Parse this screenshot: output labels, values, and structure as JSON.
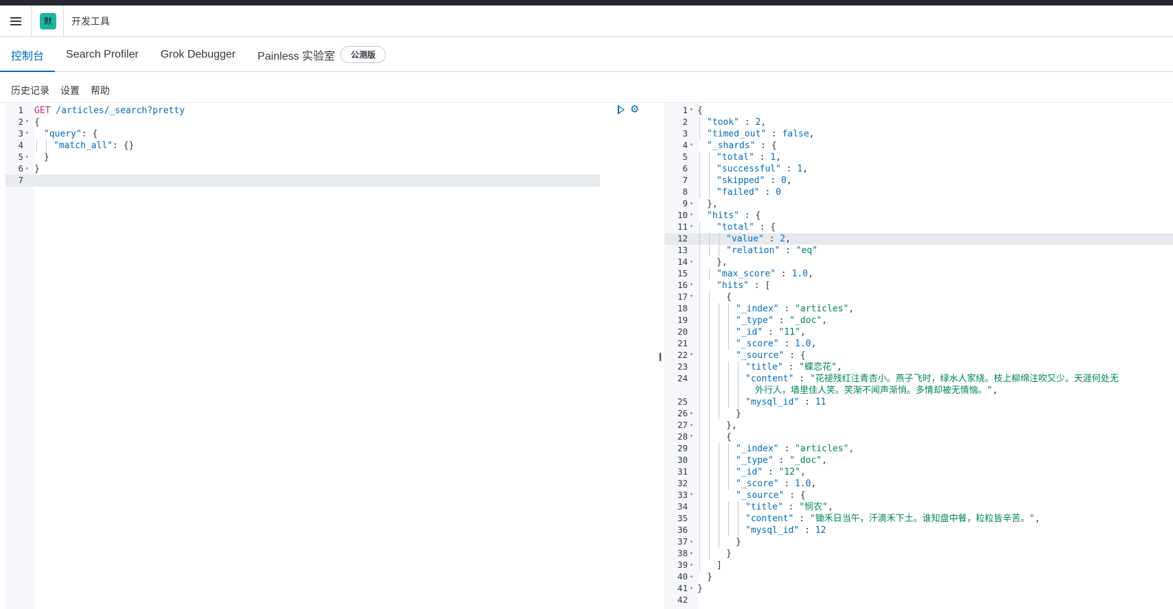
{
  "header": {
    "space_badge": "默",
    "breadcrumb": "开发工具"
  },
  "tabs": [
    {
      "label": "控制台",
      "active": true
    },
    {
      "label": "Search Profiler",
      "active": false
    },
    {
      "label": "Grok Debugger",
      "active": false
    },
    {
      "label": "Painless 实验室",
      "active": false
    }
  ],
  "beta_badge": "公测版",
  "subnav": {
    "history": "历史记录",
    "settings": "设置",
    "help": "帮助"
  },
  "request_editor": {
    "lines": [
      {
        "num": "1",
        "fold": "",
        "indent": 0,
        "html": "<span class='kw'>GET</span> <span class='k'>/articles/_search?pretty</span>"
      },
      {
        "num": "2",
        "fold": "▾",
        "indent": 0,
        "html": "{"
      },
      {
        "num": "3",
        "fold": "▾",
        "indent": 1,
        "html": "<span class='k'>\"query\"</span>: {"
      },
      {
        "num": "4",
        "fold": "",
        "indent": 2,
        "html": "<span class='k'>\"match_all\"</span>: {}"
      },
      {
        "num": "5",
        "fold": "▴",
        "indent": 1,
        "html": "}"
      },
      {
        "num": "6",
        "fold": "▴",
        "indent": 0,
        "html": "}"
      },
      {
        "num": "7",
        "fold": "",
        "indent": 0,
        "html": ""
      }
    ]
  },
  "response_editor": {
    "lines": [
      {
        "num": "1",
        "fold": "▾",
        "indent": 0,
        "html": "{"
      },
      {
        "num": "2",
        "fold": "",
        "indent": 1,
        "html": "<span class='k'>\"took\"</span> : <span class='n'>2</span>,"
      },
      {
        "num": "3",
        "fold": "",
        "indent": 1,
        "html": "<span class='k'>\"timed_out\"</span> : <span class='n'>false</span>,"
      },
      {
        "num": "4",
        "fold": "▾",
        "indent": 1,
        "html": "<span class='k'>\"_shards\"</span> : {"
      },
      {
        "num": "5",
        "fold": "",
        "indent": 2,
        "html": "<span class='k'>\"total\"</span> : <span class='n'>1</span>,"
      },
      {
        "num": "6",
        "fold": "",
        "indent": 2,
        "html": "<span class='k'>\"successful\"</span> : <span class='n'>1</span>,"
      },
      {
        "num": "7",
        "fold": "",
        "indent": 2,
        "html": "<span class='k'>\"skipped\"</span> : <span class='n'>0</span>,"
      },
      {
        "num": "8",
        "fold": "",
        "indent": 2,
        "html": "<span class='k'>\"failed\"</span> : <span class='n'>0</span>"
      },
      {
        "num": "9",
        "fold": "▴",
        "indent": 1,
        "html": "},"
      },
      {
        "num": "10",
        "fold": "▾",
        "indent": 1,
        "html": "<span class='k'>\"hits\"</span> : {"
      },
      {
        "num": "11",
        "fold": "▾",
        "indent": 2,
        "html": "<span class='k'>\"total\"</span> : {"
      },
      {
        "num": "12",
        "fold": "",
        "indent": 3,
        "html": "<span class='k'>\"value\"</span> : <span class='n'>2</span>,"
      },
      {
        "num": "13",
        "fold": "",
        "indent": 3,
        "html": "<span class='k'>\"relation\"</span> : <span class='s'>\"eq\"</span>"
      },
      {
        "num": "14",
        "fold": "▴",
        "indent": 2,
        "html": "},"
      },
      {
        "num": "15",
        "fold": "",
        "indent": 2,
        "html": "<span class='k'>\"max_score\"</span> : <span class='n'>1.0</span>,"
      },
      {
        "num": "16",
        "fold": "▾",
        "indent": 2,
        "html": "<span class='k'>\"hits\"</span> : ["
      },
      {
        "num": "17",
        "fold": "▾",
        "indent": 3,
        "html": "{"
      },
      {
        "num": "18",
        "fold": "",
        "indent": 4,
        "html": "<span class='k'>\"_index\"</span> : <span class='s'>\"articles\"</span>,"
      },
      {
        "num": "19",
        "fold": "",
        "indent": 4,
        "html": "<span class='k'>\"_type\"</span> : <span class='s'>\"_doc\"</span>,"
      },
      {
        "num": "20",
        "fold": "",
        "indent": 4,
        "html": "<span class='k'>\"_id\"</span> : <span class='s'>\"11\"</span>,"
      },
      {
        "num": "21",
        "fold": "",
        "indent": 4,
        "html": "<span class='k'>\"_score\"</span> : <span class='n'>1.0</span>,"
      },
      {
        "num": "22",
        "fold": "▾",
        "indent": 4,
        "html": "<span class='k'>\"_source\"</span> : {"
      },
      {
        "num": "23",
        "fold": "",
        "indent": 5,
        "html": "<span class='k'>\"title\"</span> : <span class='s'>\"蝶恋花\"</span>,"
      },
      {
        "num": "24",
        "fold": "",
        "indent": 5,
        "html": "<span class='k'>\"content\"</span> : <span class='s'>\"花褪残红注青杏小。燕子飞时，绿水人家绕。枝上柳绵注吹又少。天涯何处无</span>"
      },
      {
        "num": "",
        "fold": "",
        "indent": 6,
        "html": "<span class='s'>外行人，墙里佳人笑。笑渐不闻声渐悄。多情却被无情恼。\"</span>,"
      },
      {
        "num": "25",
        "fold": "",
        "indent": 5,
        "html": "<span class='k'>\"mysql_id\"</span> : <span class='n'>11</span>"
      },
      {
        "num": "26",
        "fold": "▴",
        "indent": 4,
        "html": "}"
      },
      {
        "num": "27",
        "fold": "▴",
        "indent": 3,
        "html": "},"
      },
      {
        "num": "28",
        "fold": "▾",
        "indent": 3,
        "html": "{"
      },
      {
        "num": "29",
        "fold": "",
        "indent": 4,
        "html": "<span class='k'>\"_index\"</span> : <span class='s'>\"articles\"</span>,"
      },
      {
        "num": "30",
        "fold": "",
        "indent": 4,
        "html": "<span class='k'>\"_type\"</span> : <span class='s'>\"_doc\"</span>,"
      },
      {
        "num": "31",
        "fold": "",
        "indent": 4,
        "html": "<span class='k'>\"_id\"</span> : <span class='s'>\"12\"</span>,"
      },
      {
        "num": "32",
        "fold": "",
        "indent": 4,
        "html": "<span class='k'>\"_score\"</span> : <span class='n'>1.0</span>,"
      },
      {
        "num": "33",
        "fold": "▾",
        "indent": 4,
        "html": "<span class='k'>\"_source\"</span> : {"
      },
      {
        "num": "34",
        "fold": "",
        "indent": 5,
        "html": "<span class='k'>\"title\"</span> : <span class='s'>\"悯农\"</span>,"
      },
      {
        "num": "35",
        "fold": "",
        "indent": 5,
        "html": "<span class='k'>\"content\"</span> : <span class='s'>\"锄禾日当午，汗滴禾下土。谁知盘中餐，粒粒皆辛苦。\"</span>,"
      },
      {
        "num": "36",
        "fold": "",
        "indent": 5,
        "html": "<span class='k'>\"mysql_id\"</span> : <span class='n'>12</span>"
      },
      {
        "num": "37",
        "fold": "▴",
        "indent": 4,
        "html": "}"
      },
      {
        "num": "38",
        "fold": "▴",
        "indent": 3,
        "html": "}"
      },
      {
        "num": "39",
        "fold": "▴",
        "indent": 2,
        "html": "]"
      },
      {
        "num": "40",
        "fold": "▴",
        "indent": 1,
        "html": "}"
      },
      {
        "num": "41",
        "fold": "▴",
        "indent": 0,
        "html": "}"
      },
      {
        "num": "42",
        "fold": "",
        "indent": 0,
        "html": ""
      }
    ]
  }
}
